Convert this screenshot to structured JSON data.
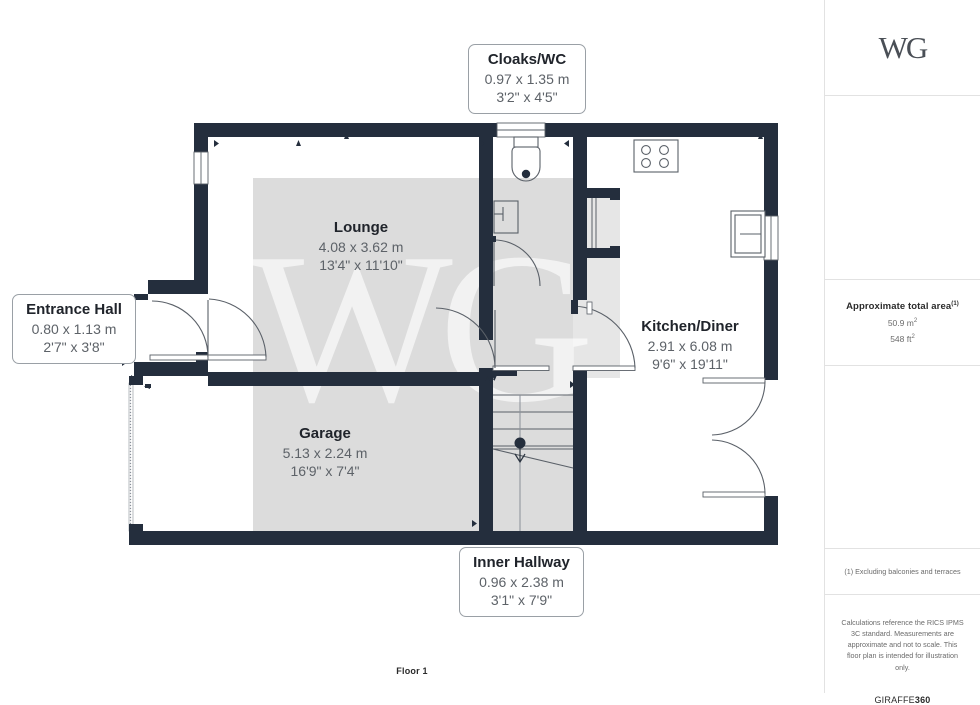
{
  "floor": {
    "label": "Floor 1"
  },
  "brand": {
    "logo_text": "WG"
  },
  "rooms": [
    {
      "key": "cloaks",
      "name": "Cloaks/WC",
      "metric": "0.97 x 1.35 m",
      "imperial": "3'2\" x 4'5\""
    },
    {
      "key": "entrance",
      "name": "Entrance Hall",
      "metric": "0.80 x 1.13 m",
      "imperial": "2'7\" x 3'8\""
    },
    {
      "key": "lounge",
      "name": "Lounge",
      "metric": "4.08 x 3.62 m",
      "imperial": "13'4\" x 11'10\""
    },
    {
      "key": "garage",
      "name": "Garage",
      "metric": "5.13 x 2.24 m",
      "imperial": "16'9\" x 7'4\""
    },
    {
      "key": "kitchen",
      "name": "Kitchen/Diner",
      "metric": "2.91 x 6.08 m",
      "imperial": "9'6\" x 19'11\""
    },
    {
      "key": "hallway",
      "name": "Inner Hallway",
      "metric": "0.96 x 2.38 m",
      "imperial": "3'1\" x 7'9\""
    }
  ],
  "sidebar": {
    "area": {
      "title": "Approximate total area",
      "title_sup": "(1)",
      "metric": "50.9 m",
      "metric_sup": "2",
      "imperial": "548 ft",
      "imperial_sup": "2"
    },
    "footnote": "(1) Excluding balconies and terraces",
    "disclaimer": "Calculations reference the RICS IPMS 3C standard. Measurements are approximate and not to scale. This floor plan is intended for illustration only.",
    "provider_prefix": "GIRAFFE",
    "provider_suffix": "360"
  },
  "colors": {
    "wall": "#242e3d",
    "room_fill": "#dcdcdc",
    "line": "#5a6068",
    "text_dark": "#20242b",
    "text_muted": "#5d6268",
    "panel_border": "#e2e2e2"
  }
}
